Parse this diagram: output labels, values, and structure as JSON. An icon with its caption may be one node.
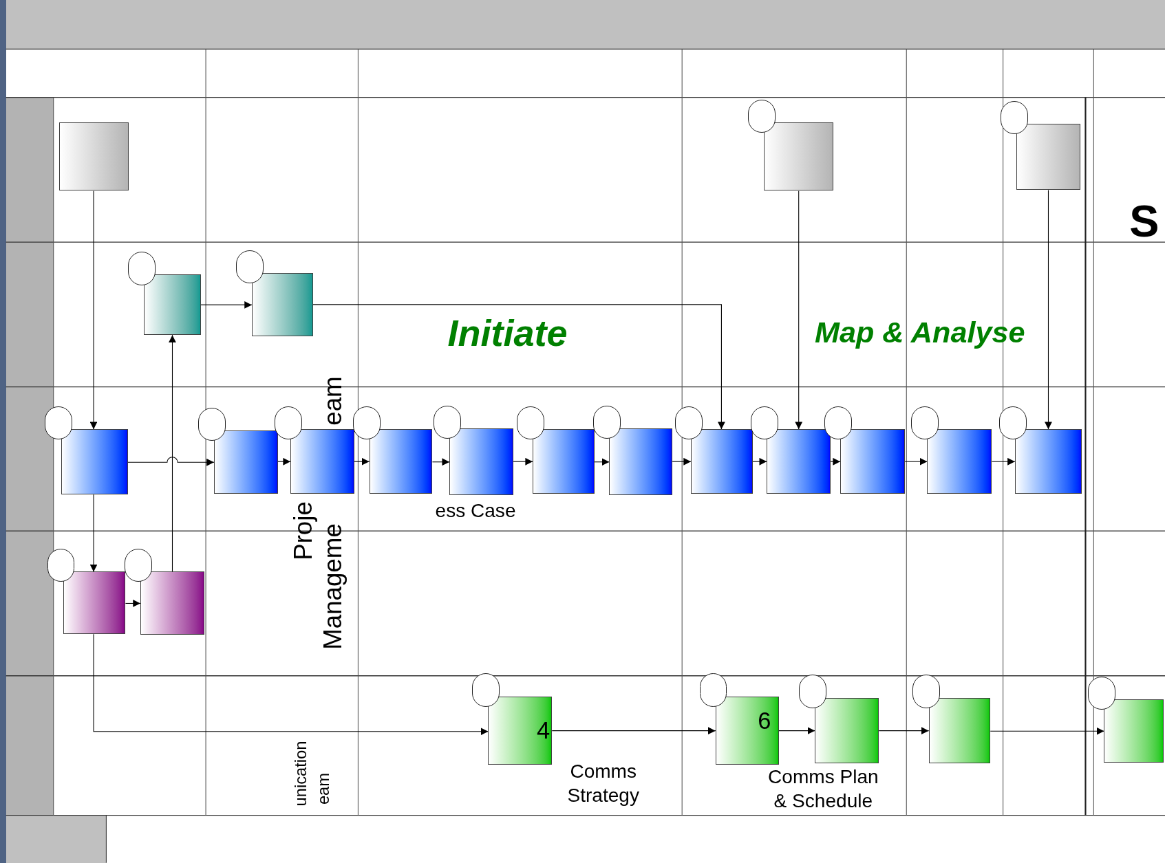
{
  "diagram": {
    "nodes": [
      {
        "text": [],
        "shape": "box"
      },
      {
        "text": [],
        "shape": "box"
      },
      {
        "text": [],
        "shape": "box"
      },
      {
        "text": [],
        "shape": "box"
      },
      {
        "text": [],
        "shape": "box"
      },
      {
        "text": [],
        "shape": "box"
      },
      {
        "text": [],
        "shape": "box"
      },
      {
        "text": [],
        "shape": "box"
      },
      {
        "text": [],
        "shape": "box"
      },
      {
        "text": [],
        "shape": "box"
      },
      {
        "text": [],
        "shape": "box"
      },
      {
        "text": [],
        "shape": "box"
      },
      {
        "text": [],
        "shape": "box"
      },
      {
        "text": [],
        "shape": "box"
      },
      {
        "text": [],
        "shape": "box"
      },
      {
        "text": [],
        "shape": "box"
      },
      {
        "text": [],
        "shape": "box"
      },
      {
        "text": [],
        "shape": "box"
      },
      {
        "text": [],
        "shape": "box"
      },
      {
        "text": [
          "4"
        ],
        "beside": [
          "Comms Strategy"
        ]
      },
      {
        "text": [
          "6"
        ]
      },
      {
        "text": [],
        "shape": "box",
        "beside": [
          "Comms Plan & Schedule"
        ]
      },
      {
        "text": [],
        "shape": "box"
      },
      {
        "text": [],
        "shape": "box"
      }
    ],
    "edges": [
      {
        "from": 0,
        "to": 5,
        "arrow": "to"
      },
      {
        "from": 5,
        "to": 17,
        "arrow": "to"
      },
      {
        "from": 17,
        "to": 18,
        "arrow": "to"
      },
      {
        "from": 18,
        "to": 3,
        "arrow": "to"
      },
      {
        "from": 3,
        "to": 4,
        "arrow": "to"
      },
      {
        "from": 4,
        "to": 12,
        "arrow": "to"
      },
      {
        "from": 5,
        "to": 6,
        "arrow": "to"
      },
      {
        "from": 6,
        "to": 7,
        "arrow": "to"
      },
      {
        "from": 7,
        "to": 8,
        "arrow": "to"
      },
      {
        "from": 8,
        "to": 9,
        "arrow": "to"
      },
      {
        "from": 9,
        "to": 10,
        "arrow": "to"
      },
      {
        "from": 10,
        "to": 11,
        "arrow": "to"
      },
      {
        "from": 11,
        "to": 12,
        "arrow": "to"
      },
      {
        "from": 12,
        "to": 13,
        "arrow": "to"
      },
      {
        "from": 13,
        "to": 14,
        "arrow": "to"
      },
      {
        "from": 14,
        "to": 15,
        "arrow": "to"
      },
      {
        "from": 15,
        "to": 16,
        "arrow": "to"
      },
      {
        "from": 1,
        "to": 13,
        "arrow": "to"
      },
      {
        "from": 2,
        "to": 16,
        "arrow": "to"
      },
      {
        "from": 17,
        "to": 19,
        "arrow": "to"
      },
      {
        "from": 19,
        "to": 20,
        "arrow": "to"
      },
      {
        "from": 20,
        "to": 21,
        "arrow": "to"
      },
      {
        "from": 21,
        "to": 22,
        "arrow": "to"
      },
      {
        "from": 22,
        "to": 23,
        "arrow": "to"
      }
    ],
    "labels": [
      "Initiate",
      "Map & Analyse",
      "S",
      "Proje",
      "eam",
      "Manageme",
      "ess Case",
      "unication",
      "eam"
    ]
  }
}
